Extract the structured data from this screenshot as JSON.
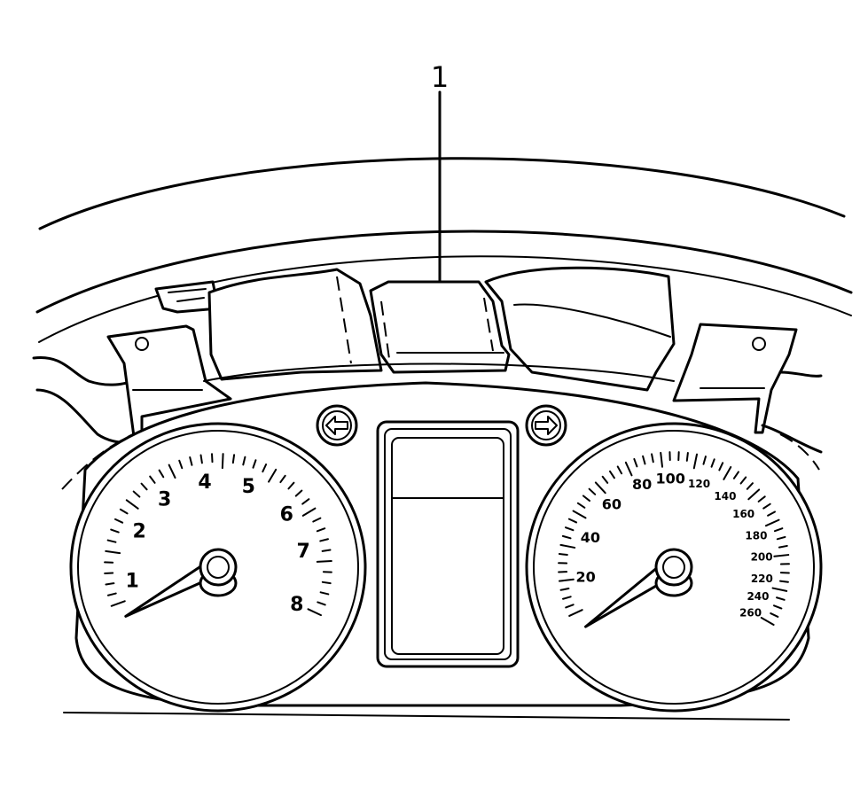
{
  "callouts": [
    {
      "number": "1"
    }
  ],
  "tachometer": {
    "labels": [
      "1",
      "2",
      "3",
      "4",
      "5",
      "6",
      "7",
      "8"
    ]
  },
  "speedometer": {
    "labels_large": [
      "20",
      "40",
      "60",
      "80",
      "100"
    ],
    "labels_small": [
      "120",
      "140",
      "160",
      "180",
      "200",
      "220",
      "240",
      "260"
    ]
  },
  "icons": [
    "left-arrow-icon",
    "right-arrow-icon"
  ]
}
